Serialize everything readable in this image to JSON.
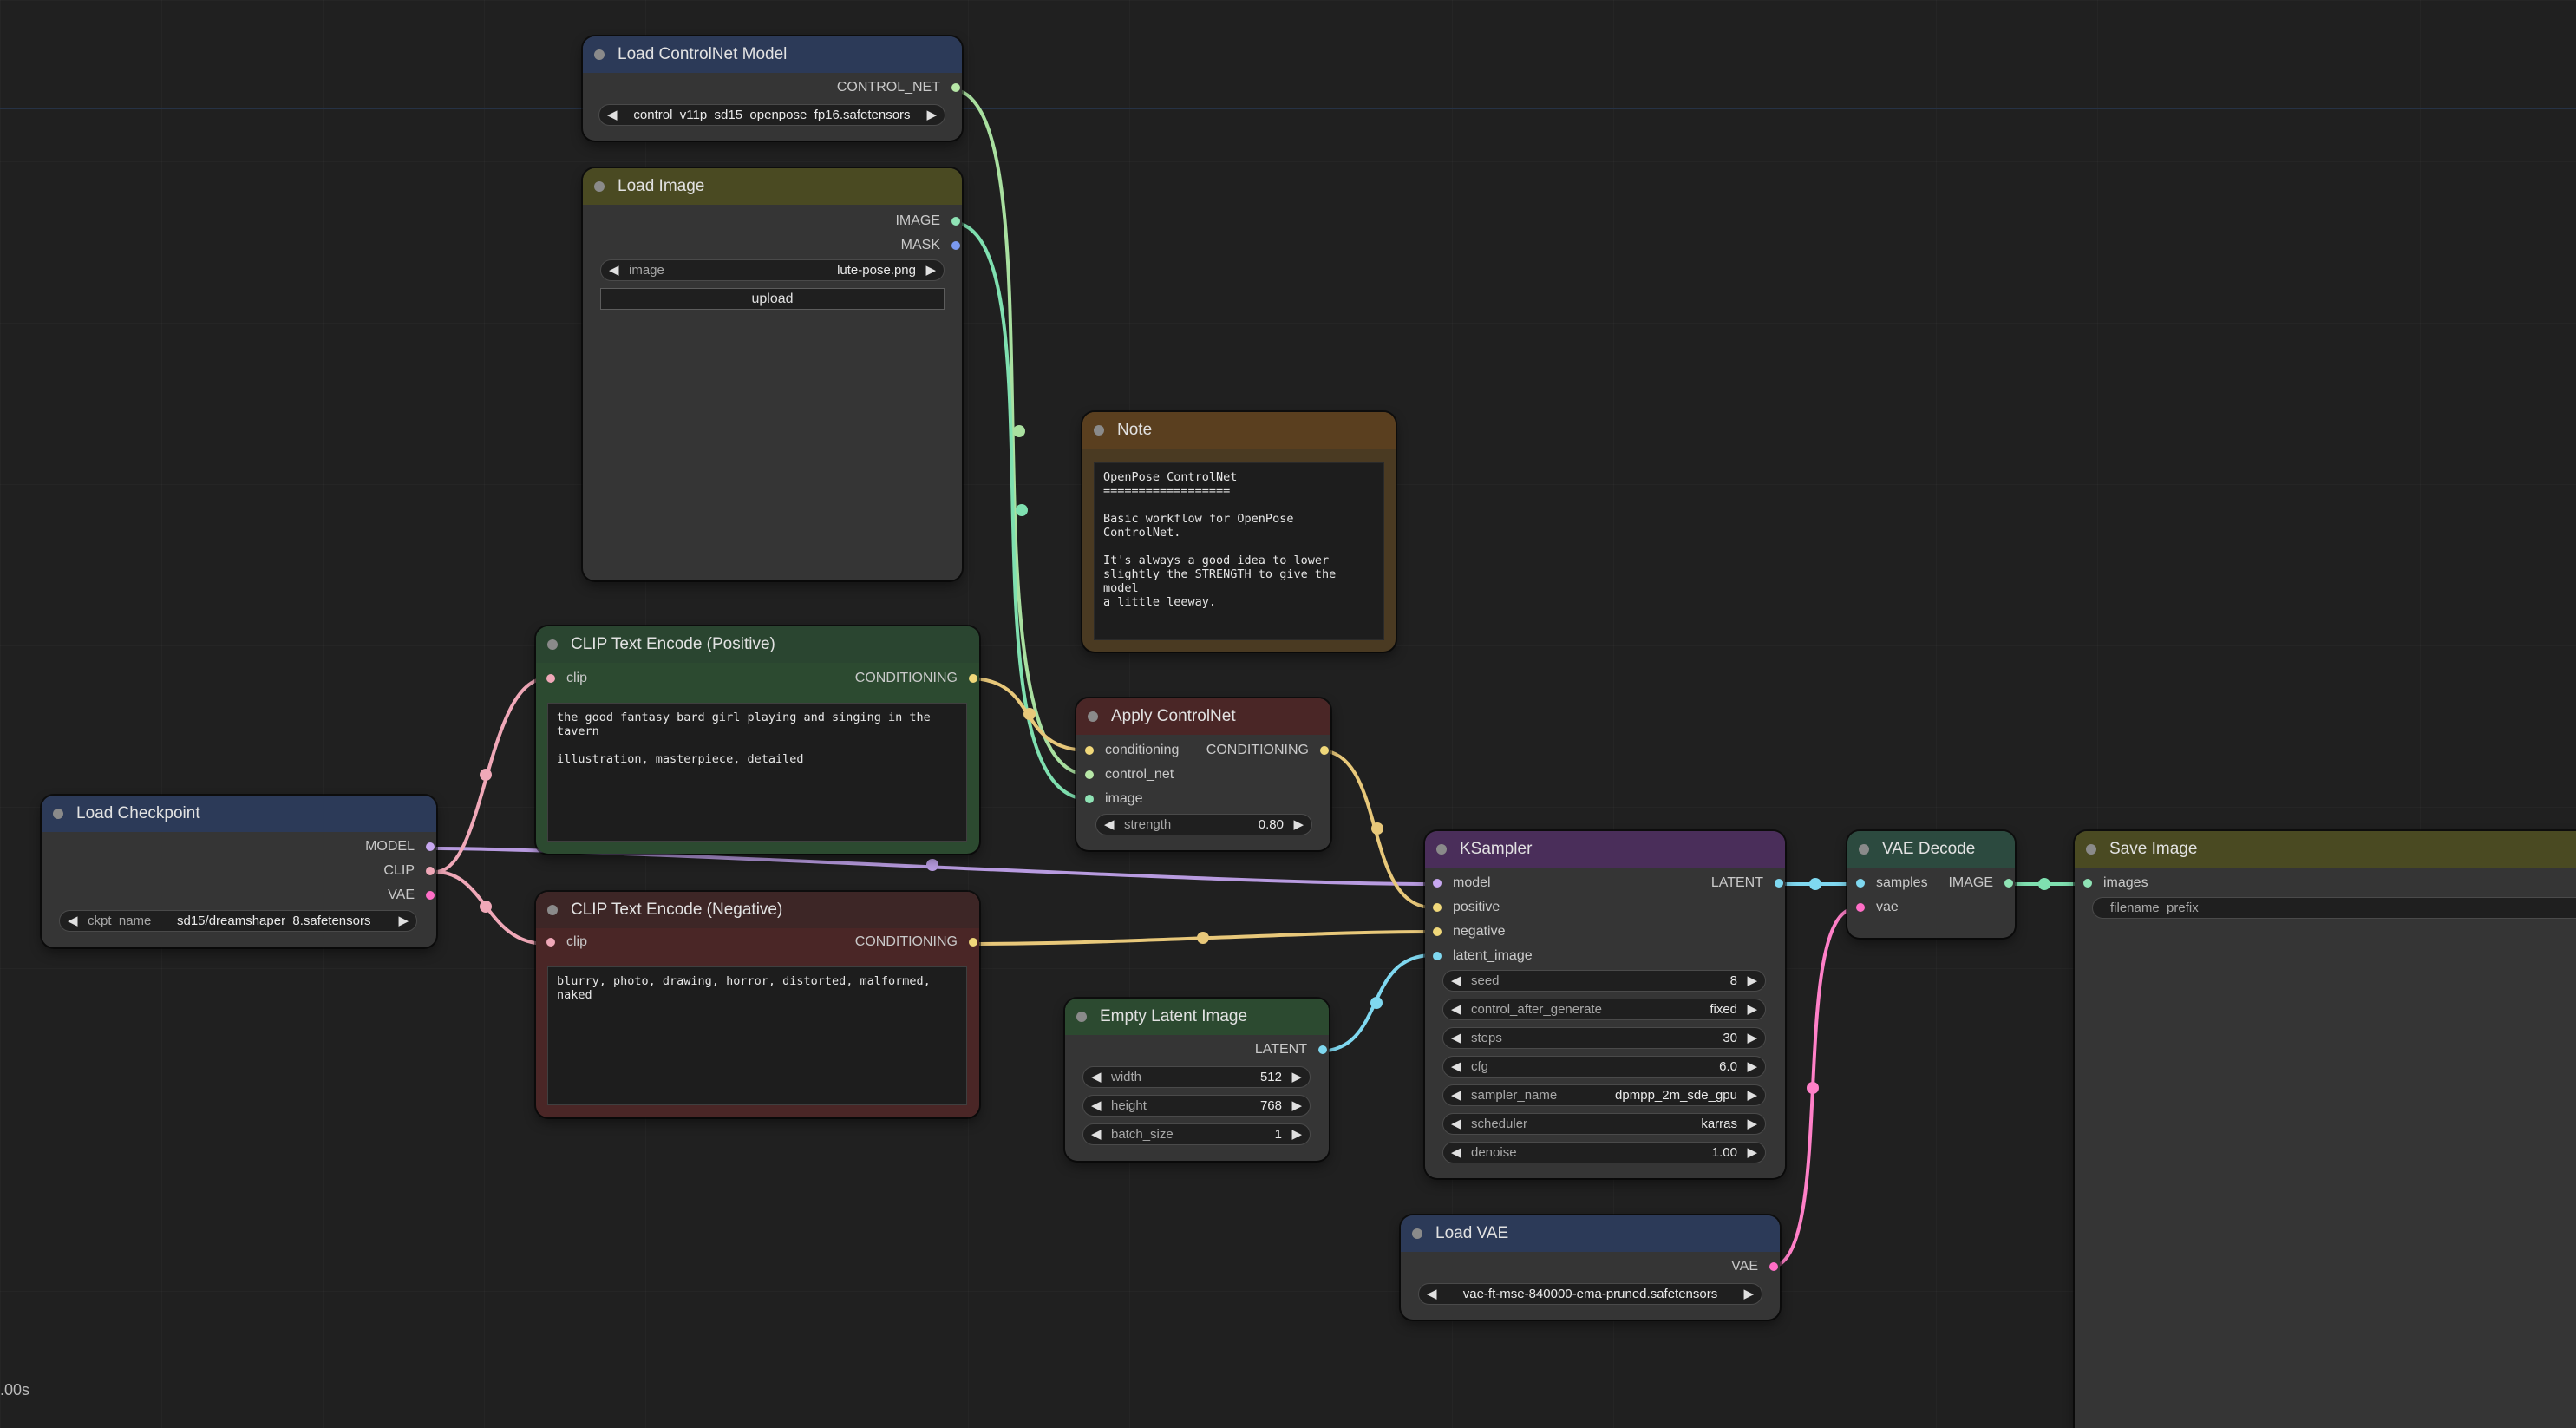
{
  "nodes": {
    "load_controlnet": {
      "title": "Load ControlNet Model",
      "output": "CONTROL_NET",
      "widget_value": "control_v11p_sd15_openpose_fp16.safetensors"
    },
    "load_image": {
      "title": "Load Image",
      "outputs": [
        "IMAGE",
        "MASK"
      ],
      "image_label": "image",
      "image_value": "lute-pose.png",
      "upload_label": "upload"
    },
    "note": {
      "title": "Note",
      "text": "OpenPose ControlNet\n==================\n\nBasic workflow for OpenPose ControlNet.\n\nIt's always a good idea to lower\nslightly the STRENGTH to give the model\na little leeway."
    },
    "clip_pos": {
      "title": "CLIP Text Encode (Positive)",
      "input": "clip",
      "output": "CONDITIONING",
      "text": "the good fantasy bard girl playing and singing in the tavern\n\nillustration, masterpiece, detailed"
    },
    "clip_neg": {
      "title": "CLIP Text Encode (Negative)",
      "input": "clip",
      "output": "CONDITIONING",
      "text": "blurry, photo, drawing, horror, distorted, malformed, naked"
    },
    "apply_controlnet": {
      "title": "Apply ControlNet",
      "inputs": [
        "conditioning",
        "control_net",
        "image"
      ],
      "output": "CONDITIONING",
      "strength_label": "strength",
      "strength_value": "0.80"
    },
    "load_checkpoint": {
      "title": "Load Checkpoint",
      "outputs": [
        "MODEL",
        "CLIP",
        "VAE"
      ],
      "ckpt_label": "ckpt_name",
      "ckpt_value": "sd15/dreamshaper_8.safetensors"
    },
    "ksampler": {
      "title": "KSampler",
      "inputs": [
        "model",
        "positive",
        "negative",
        "latent_image"
      ],
      "output": "LATENT",
      "widgets": [
        {
          "label": "seed",
          "value": "8"
        },
        {
          "label": "control_after_generate",
          "value": "fixed"
        },
        {
          "label": "steps",
          "value": "30"
        },
        {
          "label": "cfg",
          "value": "6.0"
        },
        {
          "label": "sampler_name",
          "value": "dpmpp_2m_sde_gpu"
        },
        {
          "label": "scheduler",
          "value": "karras"
        },
        {
          "label": "denoise",
          "value": "1.00"
        }
      ]
    },
    "empty_latent": {
      "title": "Empty Latent Image",
      "output": "LATENT",
      "widgets": [
        {
          "label": "width",
          "value": "512"
        },
        {
          "label": "height",
          "value": "768"
        },
        {
          "label": "batch_size",
          "value": "1"
        }
      ]
    },
    "vae_decode": {
      "title": "VAE Decode",
      "inputs": [
        "samples",
        "vae"
      ],
      "output": "IMAGE"
    },
    "save_image": {
      "title": "Save Image",
      "input": "images",
      "prefix_label": "filename_prefix"
    },
    "load_vae": {
      "title": "Load VAE",
      "output": "VAE",
      "widget_value": "vae-ft-mse-840000-ema-pruned.safetensors"
    }
  },
  "status": {
    "time": ".00s"
  },
  "colors": {
    "canvas": "#202020",
    "node_body": "#353535",
    "title_blue": "#2c3a58",
    "title_olive": "#4a4a22",
    "title_brown": "#5a3f1f",
    "title_green": "#2c4a30",
    "title_red": "#4a2626",
    "title_purple": "#4a2e5a",
    "title_teal": "#2c4a3f",
    "link_model": "#b89be0",
    "link_clip": "#f2d36b",
    "link_vae": "#ff6ec7",
    "link_cond": "#e8c87a",
    "link_cnet": "#a9e0a0",
    "link_image": "#7fe0b0",
    "link_latent": "#7fd8f0"
  }
}
